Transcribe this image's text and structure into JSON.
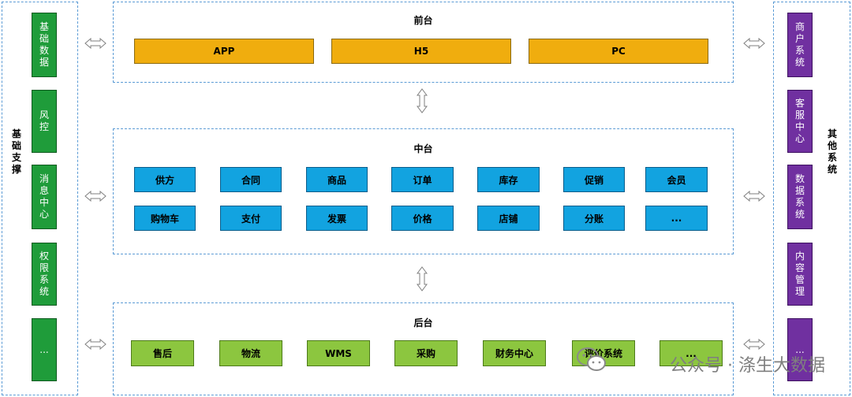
{
  "left_label": "基础支撑",
  "right_label": "其他系统",
  "front": {
    "title": "前台",
    "items": [
      "APP",
      "H5",
      "PC"
    ]
  },
  "middle": {
    "title": "中台",
    "row1": [
      "供方",
      "合同",
      "商品",
      "订单",
      "库存",
      "促销",
      "会员"
    ],
    "row2": [
      "购物车",
      "支付",
      "发票",
      "价格",
      "店铺",
      "分账",
      "..."
    ]
  },
  "back": {
    "title": "后台",
    "items": [
      "售后",
      "物流",
      "WMS",
      "采购",
      "财务中心",
      "评价系统",
      "..."
    ]
  },
  "left_items": [
    "基础数据",
    "风控",
    "消息中心",
    "权限系统",
    "..."
  ],
  "right_items": [
    "商户系统",
    "客服中心",
    "数据系统",
    "内容管理",
    "..."
  ],
  "watermark": "公众号 · 涤生大数据",
  "colors": {
    "front": "#f0ad0e",
    "middle": "#12a3e0",
    "back": "#8cc63f",
    "left": "#1f9c3a",
    "right": "#7030a0",
    "frame": "#5b9bd5"
  }
}
